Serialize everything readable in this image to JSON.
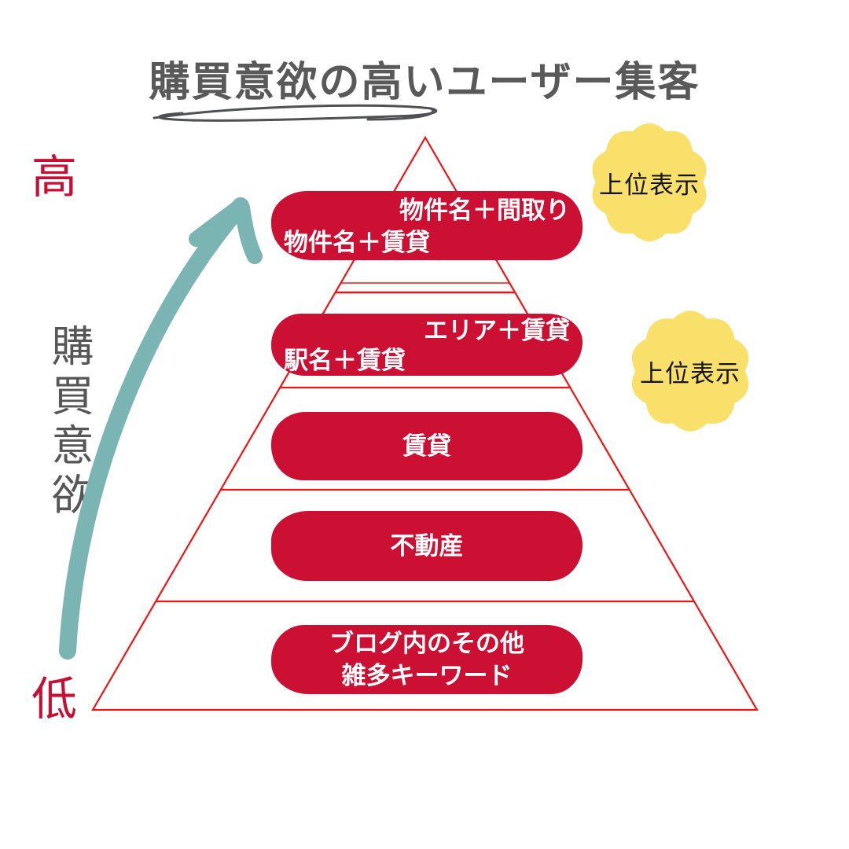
{
  "title": "購買意欲の高いユーザー集客",
  "axis": {
    "high_label": "高",
    "axis_label": "購買意欲",
    "low_label": "低"
  },
  "pyramid": {
    "levels": [
      {
        "line1": "物件名＋間取り",
        "line2": "物件名＋賃貸"
      },
      {
        "line1": "エリア＋賃貸",
        "line2": "駅名＋賃貸"
      },
      {
        "line1": "賃貸"
      },
      {
        "line1": "不動産"
      },
      {
        "line1": "ブログ内のその他",
        "line2": "雑多キーワード"
      }
    ]
  },
  "badges": [
    {
      "label": "上位表示"
    },
    {
      "label": "上位表示"
    }
  ],
  "colors": {
    "blob_red": "#cb1034",
    "outline_red": "#f01515",
    "arrow_teal": "#7ab5b4",
    "badge_yellow": "#f9e06a",
    "title_gray": "#595959",
    "axis_crimson": "#c60f35"
  }
}
